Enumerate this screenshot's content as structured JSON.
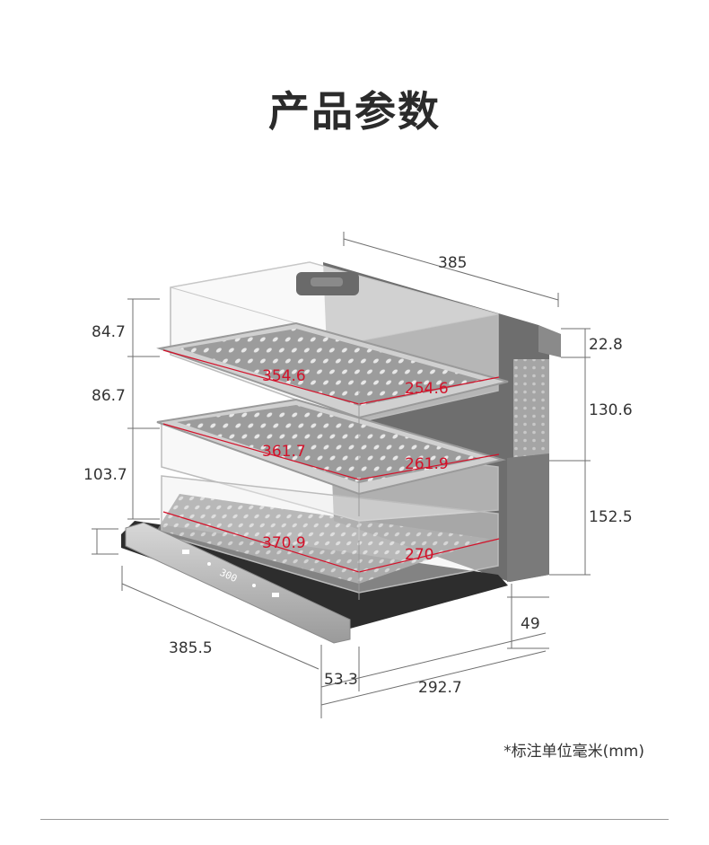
{
  "page": {
    "title": "产品参数",
    "note": "*标注单位毫米(mm)"
  },
  "colors": {
    "dimension_line": "#6f6f6f",
    "tray_measure": "#d3122a",
    "housing": "#6e6e6e"
  },
  "dimensions": {
    "top_width": "385",
    "lid_height": "84.7",
    "tier_two_height": "86.7",
    "tier_three_height": "103.7",
    "right_top": "22.8",
    "right_mid": "130.6",
    "right_low": "152.5",
    "right_base": "49",
    "base_length": "385.5",
    "base_small": "53.3",
    "base_depth": "292.7"
  },
  "trays": [
    {
      "length": "354.6",
      "width": "254.6"
    },
    {
      "length": "361.7",
      "width": "261.9"
    },
    {
      "length": "370.9",
      "width": "270"
    }
  ],
  "panel": {
    "display": "300"
  }
}
